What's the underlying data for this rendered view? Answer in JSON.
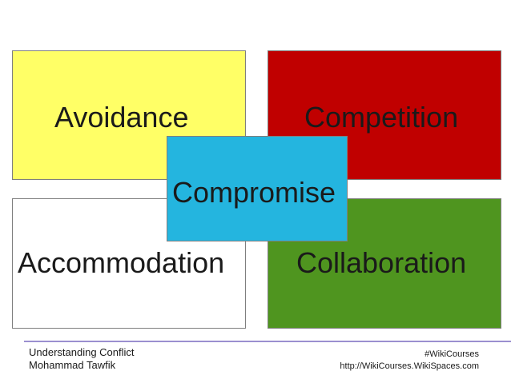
{
  "diagram": {
    "quadrants": {
      "top_left": {
        "label": "Avoidance",
        "color": "#ffff66"
      },
      "top_right": {
        "label": "Competition",
        "color": "#c00000"
      },
      "bottom_left": {
        "label": "Accommodation",
        "color": "#ffffff"
      },
      "bottom_right": {
        "label": "Collaboration",
        "color": "#4f951f"
      }
    },
    "center": {
      "label": "Compromise",
      "color": "#24b5df"
    }
  },
  "footer": {
    "left_line1": "Understanding Conflict",
    "left_line2": "Mohammad Tawfik",
    "right_line1": "#WikiCourses",
    "right_line2": "http://WikiCourses.WikiSpaces.com",
    "divider_color": "#9b8fd0"
  }
}
